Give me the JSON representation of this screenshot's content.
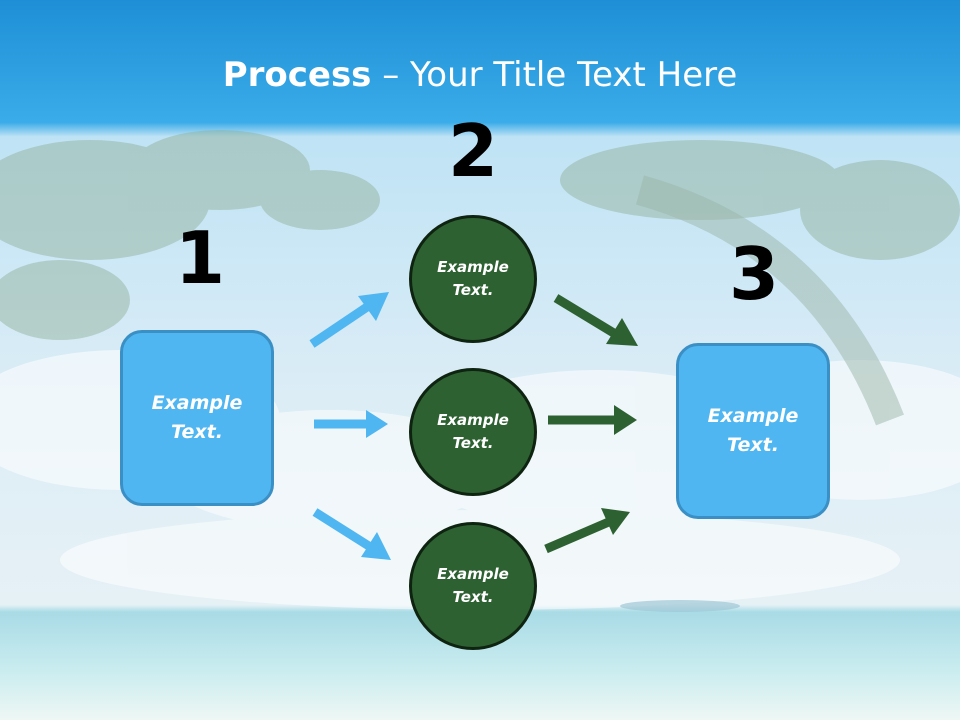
{
  "title": {
    "bold": "Process",
    "rest": " – Your Title Text Here"
  },
  "steps": [
    {
      "number": "1"
    },
    {
      "number": "2"
    },
    {
      "number": "3"
    }
  ],
  "left_box": {
    "text": "Example\nText."
  },
  "right_box": {
    "text": "Example\nText."
  },
  "circles": [
    {
      "text": "Example\nText."
    },
    {
      "text": "Example\nText."
    },
    {
      "text": "Example\nText."
    }
  ],
  "colors": {
    "box_fill": "#4fb6f1",
    "circle_fill": "#2e6132",
    "blue_arrow": "#4fb6f1",
    "green_arrow": "#2e6132",
    "header": "#29a3e6"
  }
}
